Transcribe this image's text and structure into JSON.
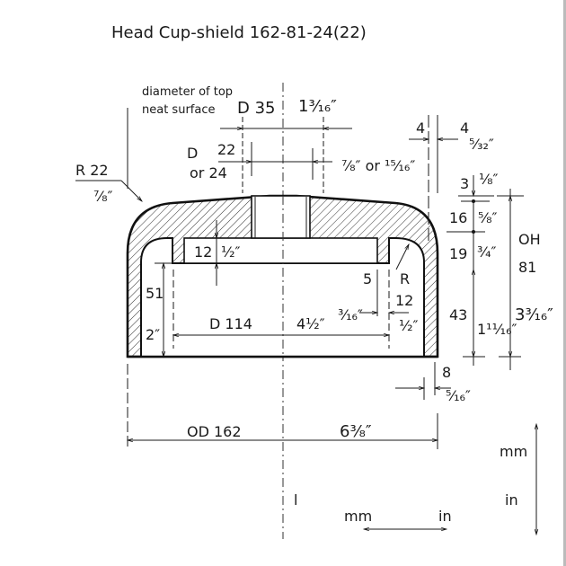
{
  "title": "Head  Cup-shield   162-81-24(22)",
  "labels": {
    "top_surface_1": "diameter  of top",
    "top_surface_2": "neat  surface",
    "d35": "D 35",
    "d35_in": "1³⁄₁₆″",
    "d22_d": "D",
    "d22": "22",
    "d22_or": "or 24",
    "d22_in": "⁷⁄₈″ or ¹⁵⁄₁₆″",
    "wall4_a": "4",
    "wall4_b": "4",
    "wall4_in": "⁵⁄₃₂″",
    "r22": "R 22",
    "r22_in": "⁷⁄₈″",
    "h3": "3",
    "h3_in": "¹⁄₈″",
    "h16": "16",
    "h16_in": "⁵⁄₈″",
    "h19": "19",
    "h19_in": "³⁄₄″",
    "h43": "43",
    "h43_in": "1¹¹⁄₁₆″",
    "oh": "OH",
    "oh81": "81",
    "oh_in": "3³⁄₁₆″",
    "h12": "12",
    "h12_in": "¹⁄₂″",
    "h51": "51",
    "h51_in": "2″",
    "d114": "D 114",
    "d114_in": "4¹⁄₂″",
    "w5_in": "³⁄₁₆″",
    "w5": "5",
    "r12_r": "R",
    "r12": "12",
    "r12_in": "¹⁄₂″",
    "w8": "8",
    "w8_in": "⁵⁄₁₆″",
    "od162": "OD  162",
    "od162_in": "6³⁄₈″",
    "legend_mm_v": "mm",
    "legend_in_v": "in",
    "legend_l": "l",
    "legend_mm_h": "mm",
    "legend_in_h": "in"
  }
}
